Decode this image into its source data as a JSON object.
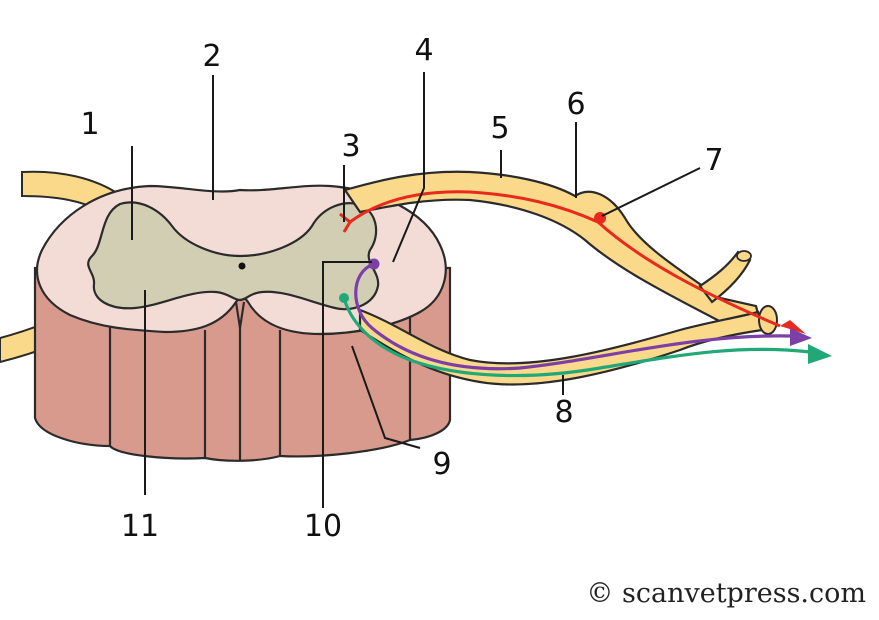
{
  "colors": {
    "white_matter": "#f3dcd6",
    "grey_matter": "#d2ceb4",
    "cord_side": "#d89a8c",
    "nerve_fiber": "#fbd98a",
    "sensory_fiber": "#e8291c",
    "motor_fiber_1": "#7b3fa8",
    "motor_fiber_2": "#21a878",
    "label_text": "#111111",
    "background": "#ffffff"
  },
  "labels": [
    {
      "id": "1",
      "text": "1"
    },
    {
      "id": "2",
      "text": "2"
    },
    {
      "id": "3",
      "text": "3"
    },
    {
      "id": "4",
      "text": "4"
    },
    {
      "id": "5",
      "text": "5"
    },
    {
      "id": "6",
      "text": "6"
    },
    {
      "id": "7",
      "text": "7"
    },
    {
      "id": "8",
      "text": "8"
    },
    {
      "id": "9",
      "text": "9"
    },
    {
      "id": "10",
      "text": "10"
    },
    {
      "id": "11",
      "text": "11"
    }
  ],
  "credit": "© scanvetpress.com"
}
